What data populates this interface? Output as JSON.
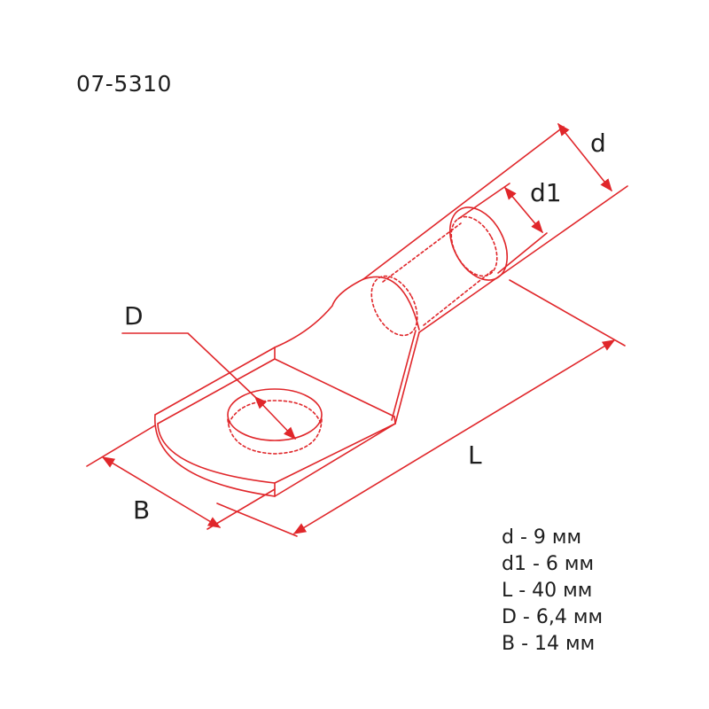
{
  "product": {
    "code": "07-5310"
  },
  "diagram": {
    "subject": "cable lug",
    "line_color": "#e0262a",
    "labels": {
      "d": "d",
      "d1": "d1",
      "D": "D",
      "L": "L",
      "B": "B"
    }
  },
  "specs": [
    {
      "symbol": "d",
      "text": "d - 9 мм"
    },
    {
      "symbol": "d1",
      "text": "d1 - 6 мм"
    },
    {
      "symbol": "L",
      "text": "L - 40 мм"
    },
    {
      "symbol": "D",
      "text": "D - 6,4 мм"
    },
    {
      "symbol": "B",
      "text": "B - 14 мм"
    }
  ]
}
